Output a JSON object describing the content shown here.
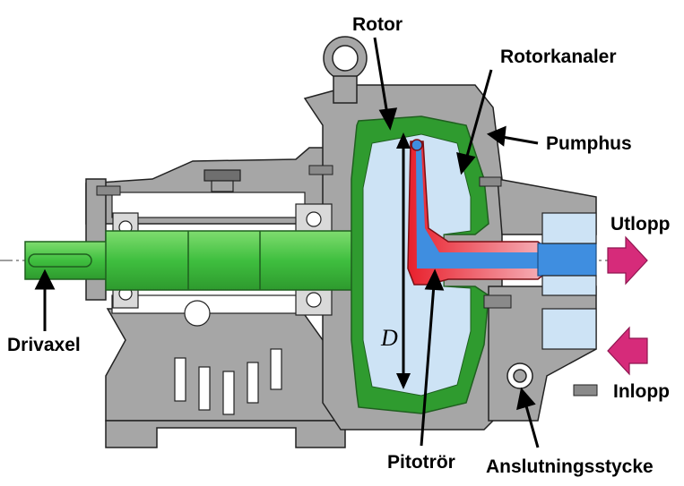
{
  "labels": {
    "rotor": "Rotor",
    "rotorkanaler": "Rotorkanaler",
    "pumphus": "Pumphus",
    "utlopp": "Utlopp",
    "drivaxel": "Drivaxel",
    "inlopp": "Inlopp",
    "pitotror": "Pitotrör",
    "anslutningsstycke": "Anslutningsstycke",
    "diameter": "D"
  },
  "colors": {
    "housing": "#a6a6a6",
    "shaft": "#3fbf3f",
    "rotor": "#2f9b2f",
    "fluid": "#cde3f5",
    "pitot": "#e8202c",
    "flow": "#3f8ee0",
    "arrow": "#d62b7a"
  }
}
